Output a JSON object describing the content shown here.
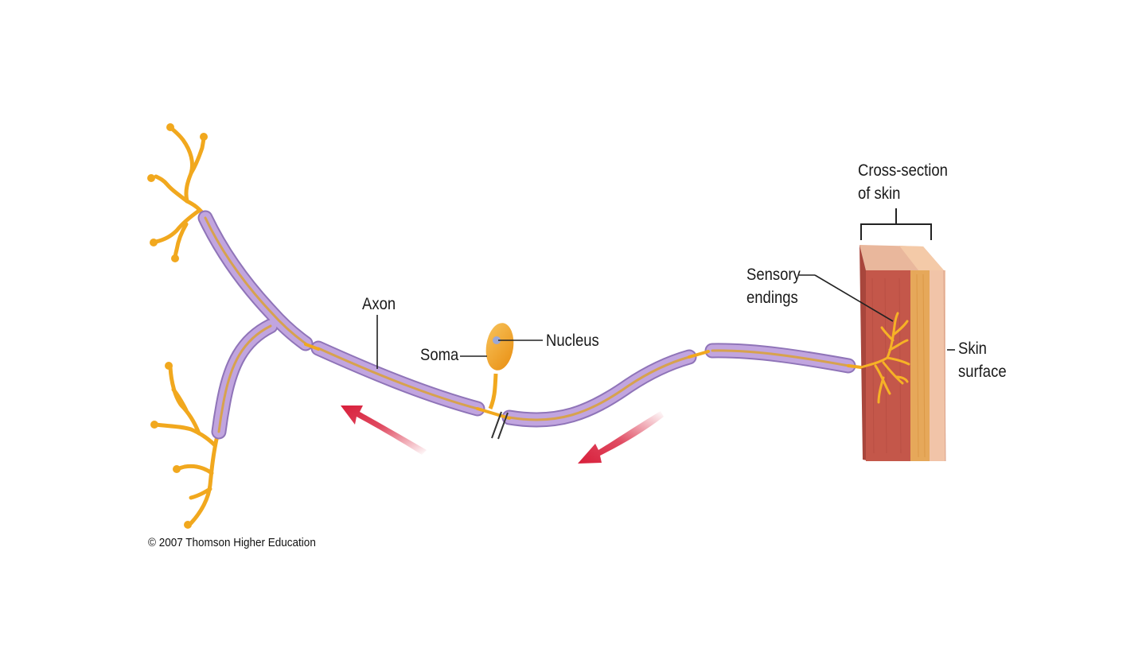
{
  "labels": {
    "axon": "Axon",
    "soma": "Soma",
    "nucleus": "Nucleus",
    "sensory_endings_line1": "Sensory",
    "sensory_endings_line2": "endings",
    "cross_section_line1": "Cross-section",
    "cross_section_line2": "of skin",
    "skin_surface_line1": "Skin",
    "skin_surface_line2": "surface"
  },
  "copyright": "© 2007 Thomson Higher Education",
  "colors": {
    "axon_sheath": "#b79ad6",
    "axon_core": "#d9a84e",
    "dendrite": "#f1a81e",
    "arrow": "#d81e3a",
    "skin_dermis": "#c4574a",
    "skin_fat": "#e6a85a",
    "skin_epidermis": "#f1c4a8"
  }
}
